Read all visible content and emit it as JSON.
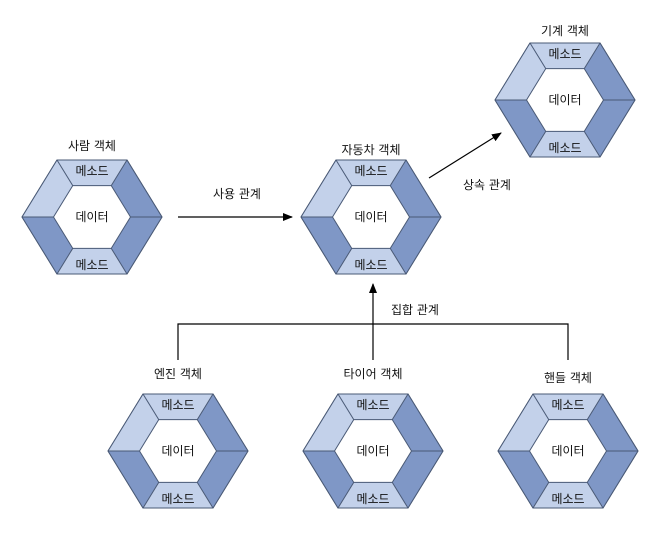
{
  "objects": [
    {
      "id": "machine",
      "title": "기계 객체",
      "method_top": "메소드",
      "data": "데이터",
      "method_bottom": "메소드"
    },
    {
      "id": "person",
      "title": "사람 객체",
      "method_top": "메소드",
      "data": "데이터",
      "method_bottom": "메소드"
    },
    {
      "id": "car",
      "title": "자동차 객체",
      "method_top": "메소드",
      "data": "데이터",
      "method_bottom": "메소드"
    },
    {
      "id": "engine",
      "title": "엔진 객체",
      "method_top": "메소드",
      "data": "데이터",
      "method_bottom": "메소드"
    },
    {
      "id": "tire",
      "title": "타이어 객체",
      "method_top": "메소드",
      "data": "데이터",
      "method_bottom": "메소드"
    },
    {
      "id": "handle",
      "title": "핸들 객체",
      "method_top": "메소드",
      "data": "데이터",
      "method_bottom": "메소드"
    }
  ],
  "relations": {
    "use": "사용 관계",
    "inheritance": "상속 관계",
    "aggregation": "집합 관계"
  },
  "colors": {
    "hex_fill": "#9db2d8",
    "hex_facet_dark": "#7f97c6",
    "hex_facet_light": "#c3d1ea",
    "hex_stroke": "#4a5a76",
    "arrow": "#000000"
  }
}
